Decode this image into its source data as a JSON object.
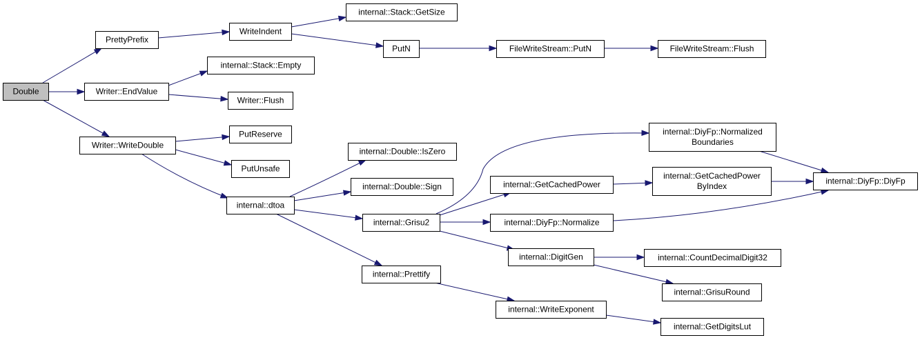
{
  "colors": {
    "edge": "#191970",
    "root_fill": "#bfbfbf",
    "node_fill": "#ffffff",
    "border": "#000000"
  },
  "nodes": [
    {
      "id": "double",
      "label": [
        "Double"
      ],
      "root": true
    },
    {
      "id": "prettyprefix",
      "label": [
        "PrettyPrefix"
      ]
    },
    {
      "id": "writer-endvalue",
      "label": [
        "Writer::EndValue"
      ]
    },
    {
      "id": "writer-writedouble",
      "label": [
        "Writer::WriteDouble"
      ]
    },
    {
      "id": "writeindent",
      "label": [
        "WriteIndent"
      ]
    },
    {
      "id": "stack-getsize",
      "label": [
        "internal::Stack::GetSize"
      ]
    },
    {
      "id": "putn",
      "label": [
        "PutN"
      ]
    },
    {
      "id": "filewritestream-putn",
      "label": [
        "FileWriteStream::PutN"
      ]
    },
    {
      "id": "filewritestream-flush",
      "label": [
        "FileWriteStream::Flush"
      ]
    },
    {
      "id": "stack-empty",
      "label": [
        "internal::Stack::Empty"
      ]
    },
    {
      "id": "writer-flush",
      "label": [
        "Writer::Flush"
      ]
    },
    {
      "id": "putreserve",
      "label": [
        "PutReserve"
      ]
    },
    {
      "id": "putunsafe",
      "label": [
        "PutUnsafe"
      ]
    },
    {
      "id": "dtoa",
      "label": [
        "internal::dtoa"
      ]
    },
    {
      "id": "double-iszero",
      "label": [
        "internal::Double::IsZero"
      ]
    },
    {
      "id": "double-sign",
      "label": [
        "internal::Double::Sign"
      ]
    },
    {
      "id": "grisu2",
      "label": [
        "internal::Grisu2"
      ]
    },
    {
      "id": "prettify",
      "label": [
        "internal::Prettify"
      ]
    },
    {
      "id": "normalizedboundaries",
      "label": [
        "internal::DiyFp::Normalized",
        "Boundaries"
      ]
    },
    {
      "id": "getcachedpower",
      "label": [
        "internal::GetCachedPower"
      ]
    },
    {
      "id": "diyfp-normalize",
      "label": [
        "internal::DiyFp::Normalize"
      ]
    },
    {
      "id": "digitgen",
      "label": [
        "internal::DigitGen"
      ]
    },
    {
      "id": "getcachedpowerbyindex",
      "label": [
        "internal::GetCachedPower",
        "ByIndex"
      ]
    },
    {
      "id": "diyfp-diyfp",
      "label": [
        "internal::DiyFp::DiyFp"
      ]
    },
    {
      "id": "countdecimaldigit32",
      "label": [
        "internal::CountDecimalDigit32"
      ]
    },
    {
      "id": "grisuround",
      "label": [
        "internal::GrisuRound"
      ]
    },
    {
      "id": "writeexponent",
      "label": [
        "internal::WriteExponent"
      ]
    },
    {
      "id": "getdigitslut",
      "label": [
        "internal::GetDigitsLut"
      ]
    }
  ],
  "edges": [
    [
      "double",
      "prettyprefix"
    ],
    [
      "double",
      "writer-endvalue"
    ],
    [
      "double",
      "writer-writedouble"
    ],
    [
      "prettyprefix",
      "writeindent"
    ],
    [
      "writeindent",
      "stack-getsize"
    ],
    [
      "writeindent",
      "putn"
    ],
    [
      "putn",
      "filewritestream-putn"
    ],
    [
      "filewritestream-putn",
      "filewritestream-flush"
    ],
    [
      "writer-endvalue",
      "stack-empty"
    ],
    [
      "writer-endvalue",
      "writer-flush"
    ],
    [
      "writer-writedouble",
      "putreserve"
    ],
    [
      "writer-writedouble",
      "putunsafe"
    ],
    [
      "writer-writedouble",
      "dtoa"
    ],
    [
      "dtoa",
      "double-iszero"
    ],
    [
      "dtoa",
      "double-sign"
    ],
    [
      "dtoa",
      "grisu2"
    ],
    [
      "dtoa",
      "prettify"
    ],
    [
      "grisu2",
      "normalizedboundaries"
    ],
    [
      "grisu2",
      "getcachedpower"
    ],
    [
      "grisu2",
      "diyfp-normalize"
    ],
    [
      "grisu2",
      "digitgen"
    ],
    [
      "normalizedboundaries",
      "diyfp-diyfp"
    ],
    [
      "getcachedpower",
      "getcachedpowerbyindex"
    ],
    [
      "getcachedpowerbyindex",
      "diyfp-diyfp"
    ],
    [
      "diyfp-normalize",
      "diyfp-diyfp"
    ],
    [
      "digitgen",
      "countdecimaldigit32"
    ],
    [
      "digitgen",
      "grisuround"
    ],
    [
      "prettify",
      "writeexponent"
    ],
    [
      "writeexponent",
      "getdigitslut"
    ]
  ]
}
